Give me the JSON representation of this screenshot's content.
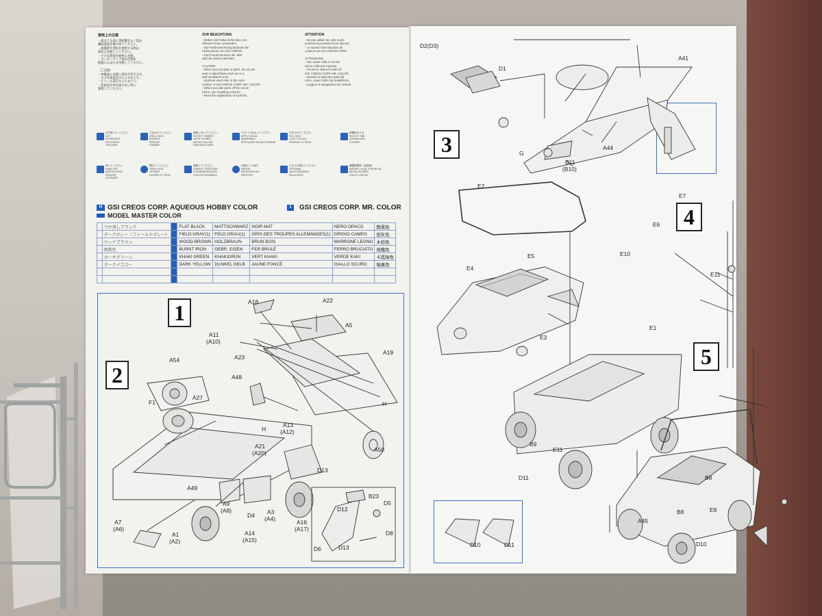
{
  "left_page": {
    "columns": [
      {
        "title": "使用上の注意",
        "text": "・組立てる前に説明書をよく読み\n  構成部品を確かめてください。\n・接着剤や塗料を使用する時は\n  換気に注意してください。\n・小さな部品の紛失に注意。\n・カッターナイフ等の刃物の\n  取扱いには十分注意してください。\n\n（ご注意）\n・本製品には鋭い部分があります。\n・小さな部品を口に入れないで。\n・ビニール袋をかぶらないで。\n・乳幼児の手の届かない所に\n  保管してください。"
      },
      {
        "title": "ZUR BEACHTUNG",
        "text": "- Kleber und Farbe nicht nahe von\n  offenem Feuer verwenden.\n- Die Farbbezeichnung bedeutet die\n  Farbnummer von GSI CREOS.\n- Durch Nummerieren der Teile\n  wird die Arbeit erleichtert.\n\nCAUTION\n- When you use glue or paint, do not use\n  near a naked flame and use in a\n  well-ventilated room.\n- Symbols used  refer to the color\n  number of GSI CREOS CORP. MR. COLOR.\n- When you take parts off the runner\n  frame, use modeling scissors.\n- Read the explanation of symbols."
      },
      {
        "title": "ATTENTION",
        "text": "- Ne pas utiliser de colle ou de\n  peinture à proximité d'une flamme.\n- Le numéro  fait indication de\n  couleurs de GSI CREOS CORP.\n\nATTENZIONE\n- Non usare colla e vernice\n  vicino a fiamme esposte.\n- Il numero  indica il colore di\n  GSI CREOS CORP. MR. COLOR.\n- Quando si staccano parti dal\n  carro, usare forbici da modellismo.\n- Leggere le spiegazioni dei simboli."
      }
    ],
    "symbols": [
      {
        "icon": "cut-icon",
        "text": "切り取って ください\nCUT\nSCHNEIDEN\nDECOUPER\nTAGLIARE"
      },
      {
        "icon": "drill-icon",
        "text": "穴をあけてください\nDRILL HOLE\nBOHREN\nPERCER\nFORARE"
      },
      {
        "icon": "no-glue-icon",
        "text": "接着しないでください\nDO NOT CEMENT\nNICHT KLEBEN\nNE PAS COLLER\nNON INCOLLARE"
      },
      {
        "icon": "decal-icon",
        "text": "デカールをはってください\nAPPLY DECAL\nABZIEHBILD\nAPPLIQUER DECALCOMANIE"
      },
      {
        "icon": "fill-hole-icon",
        "text": "穴をうめてください\nFILL HOLE\nLOCH FÜLLEN\nREMPLIR LE TROU"
      },
      {
        "icon": "alternative-icon",
        "text": "数箇所のうち\nSELECT ONE\nAUSWÄHLEN\nCHOISIR"
      },
      {
        "icon": "sand-icon",
        "text": "削ってください\nSAND OFF\nABSCHLEIFEN\nPONCER\nLEVIGARE"
      },
      {
        "icon": "open-hole-icon",
        "text": "開口してください\nOPEN HOLE\nÖFFNEN\nOUVRIR LE TROU"
      },
      {
        "icon": "cement-icon",
        "text": "接着してください\nCEMENT TOGETHER\nZUSAMMENKLEBEN\nCOLLER ENSEMBLE"
      },
      {
        "icon": "repeat-icon",
        "text": "何回かくり返す\nREPEAT\nWIEDERHOLEN\nREPETER"
      },
      {
        "icon": "optional-icon",
        "text": "どちらか選んでください\nOPTIONAL\nNACH BELIEBEN\nFACULTATIF"
      },
      {
        "icon": "metal-glue-icon",
        "text": "瞬間接着剤（金属用）\nINSTANT GLUE FOR METAL\nMETALLKLEBER\nCOLLE A METAL"
      }
    ],
    "color_table": {
      "badge_h": "H",
      "badge_c": "1",
      "title_aqueous": "GSI CREOS CORP. AQUEOUS HOBBY COLOR",
      "title_mr": "GSI CREOS CORP. MR. COLOR",
      "title_master": "MODEL MASTER COLOR",
      "rows": [
        {
          "jp": "つや消しブラック",
          "en": "FLAT BLACK",
          "de": "MATTSCHWARZ",
          "fr": "NOIR MAT",
          "it": "NERO OPACO",
          "jp2": "艶黒色"
        },
        {
          "jp": "ダークグレー（フィールドグレー）",
          "en": "FIELD GRAY(1)",
          "de": "FELD GRAU(1)",
          "fr": "GRIS DES TROUPES ALLEMANDES(1)",
          "it": "GRIGIO CAMPO",
          "jp2": "田灰色"
        },
        {
          "jp": "ウッドブラウン",
          "en": "WOOD BROWN",
          "de": "HOLZBRAUN",
          "fr": "BRUN BOIS",
          "it": "MARRONE LEGNO",
          "jp2": "木棕色"
        },
        {
          "jp": "焼鉄色",
          "en": "BURNT IRON",
          "de": "GEBR. EISEN",
          "fr": "FER BRULÉ",
          "it": "FERRO BRUCIATO",
          "jp2": "焼鐵色"
        },
        {
          "jp": "カーキグリーン",
          "en": "KHAKI GREEN",
          "de": "KHAKIGRÜN",
          "fr": "VERT KHAKI",
          "it": "VERDE KAKI",
          "jp2": "卡其綠色"
        },
        {
          "jp": "ダークイエロー",
          "en": "DARK YELLOW",
          "de": "DUNKEL GELB",
          "fr": "JAUNE FONCÉ",
          "it": "GIALLO SCURO",
          "jp2": "暗黃色"
        },
        {
          "jp": "",
          "en": "",
          "de": "",
          "fr": "",
          "it": "",
          "jp2": ""
        },
        {
          "jp": "",
          "en": "",
          "de": "",
          "fr": "",
          "it": "",
          "jp2": ""
        }
      ]
    },
    "steps": {
      "s1": "1",
      "s2": "2"
    },
    "labels": {
      "a18": "A18",
      "a22": "A22",
      "a5": "A5",
      "a11": "A11",
      "a10": "(A10)",
      "a23": "A23",
      "a19": "A19",
      "a54": "A54",
      "a27": "A27",
      "f1": "F1",
      "a48": "A48",
      "h1": "H",
      "h2": "H",
      "a13": "A13",
      "a12": "(A12)",
      "a50": "A50",
      "a21": "A21",
      "a20": "(A20)",
      "d13a": "D13",
      "a49": "A49",
      "a9": "A9",
      "a8": "(A8)",
      "d4": "D4",
      "a3": "A3",
      "a4": "(A4)",
      "a7": "A7",
      "a6": "(A6)",
      "a1": "A1",
      "a2": "(A2)",
      "a14": "A14",
      "a15": "(A15)",
      "a16": "A16",
      "a17": "(A17)",
      "b23": "B23",
      "d12": "D12",
      "d5": "D5",
      "d8": "D8",
      "d6": "D6",
      "d13b": "D13"
    }
  },
  "right_page": {
    "steps": {
      "s3": "3",
      "s4": "4",
      "s5": "5"
    },
    "labels": {
      "d2": "D2(D3)",
      "d1": "D1",
      "a41": "A41",
      "a44": "A44",
      "g1": "G",
      "b11": "B11",
      "b10": "(B10)",
      "e2": "E2",
      "e7": "E7",
      "e6": "E6",
      "e5": "E5",
      "e10": "E10",
      "e11a": "E11",
      "e4": "E4",
      "e3": "E3",
      "e1": "E1",
      "b9": "B9",
      "e11b": "E11",
      "d11a": "D11",
      "b8a": "B8",
      "b8b": "B8",
      "e8": "E8",
      "a45": "A45",
      "d10a": "D10",
      "d11b": "D11",
      "d10b": "D10"
    }
  }
}
